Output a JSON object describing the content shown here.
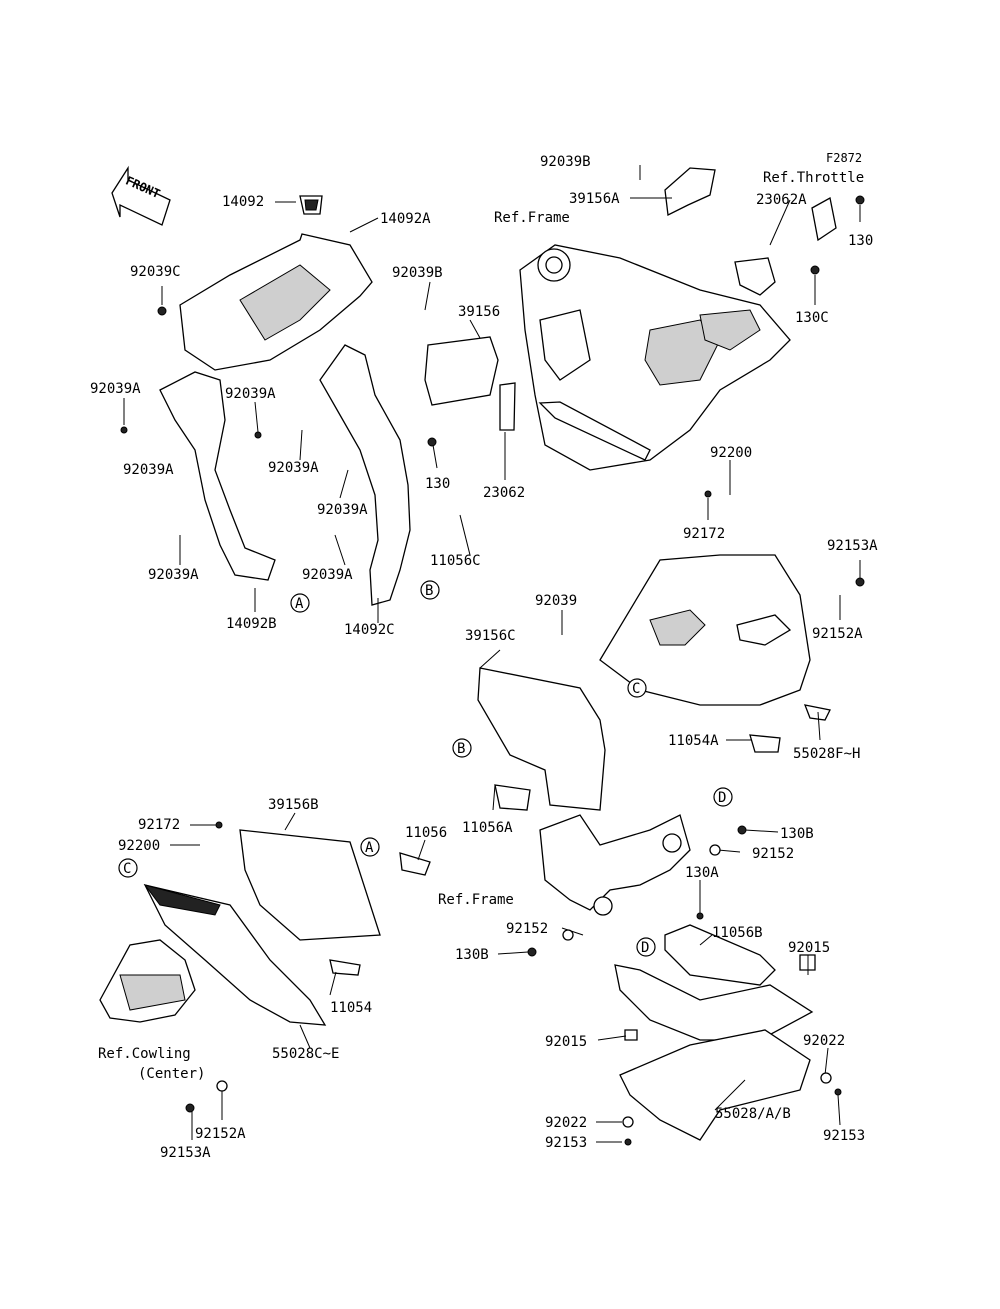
{
  "figure_code": "F2872",
  "front_arrow_label": "FRONT",
  "callout_letters": {
    "a": "A",
    "b": "B",
    "c": "C",
    "d": "D"
  },
  "part_labels": [
    "14092",
    "14092A",
    "92039C",
    "92039B",
    "39156",
    "92039A",
    "92039A",
    "92039A",
    "92039A",
    "92039A",
    "92039A",
    "92039A",
    "14092B",
    "14092C",
    "130",
    "23062",
    "11056C",
    "92039B",
    "39156A",
    "23062A",
    "130",
    "130C",
    "92200",
    "92172",
    "92153A",
    "92152A",
    "92039",
    "39156C",
    "11054A",
    "55028F~H",
    "11056A",
    "92172",
    "92200",
    "39156B",
    "11056",
    "11054",
    "55028C~E",
    "92152A",
    "92153A",
    "130B",
    "92152",
    "130A",
    "92152",
    "130B",
    "11056B",
    "92015",
    "92015",
    "92022",
    "92022",
    "92153",
    "92153",
    "55028/A/B"
  ],
  "references": {
    "frame_top": "Ref.Frame",
    "throttle": "Ref.Throttle",
    "frame_bottom": "Ref.Frame",
    "cowling_line1": "Ref.Cowling",
    "cowling_line2": "(Center)"
  }
}
